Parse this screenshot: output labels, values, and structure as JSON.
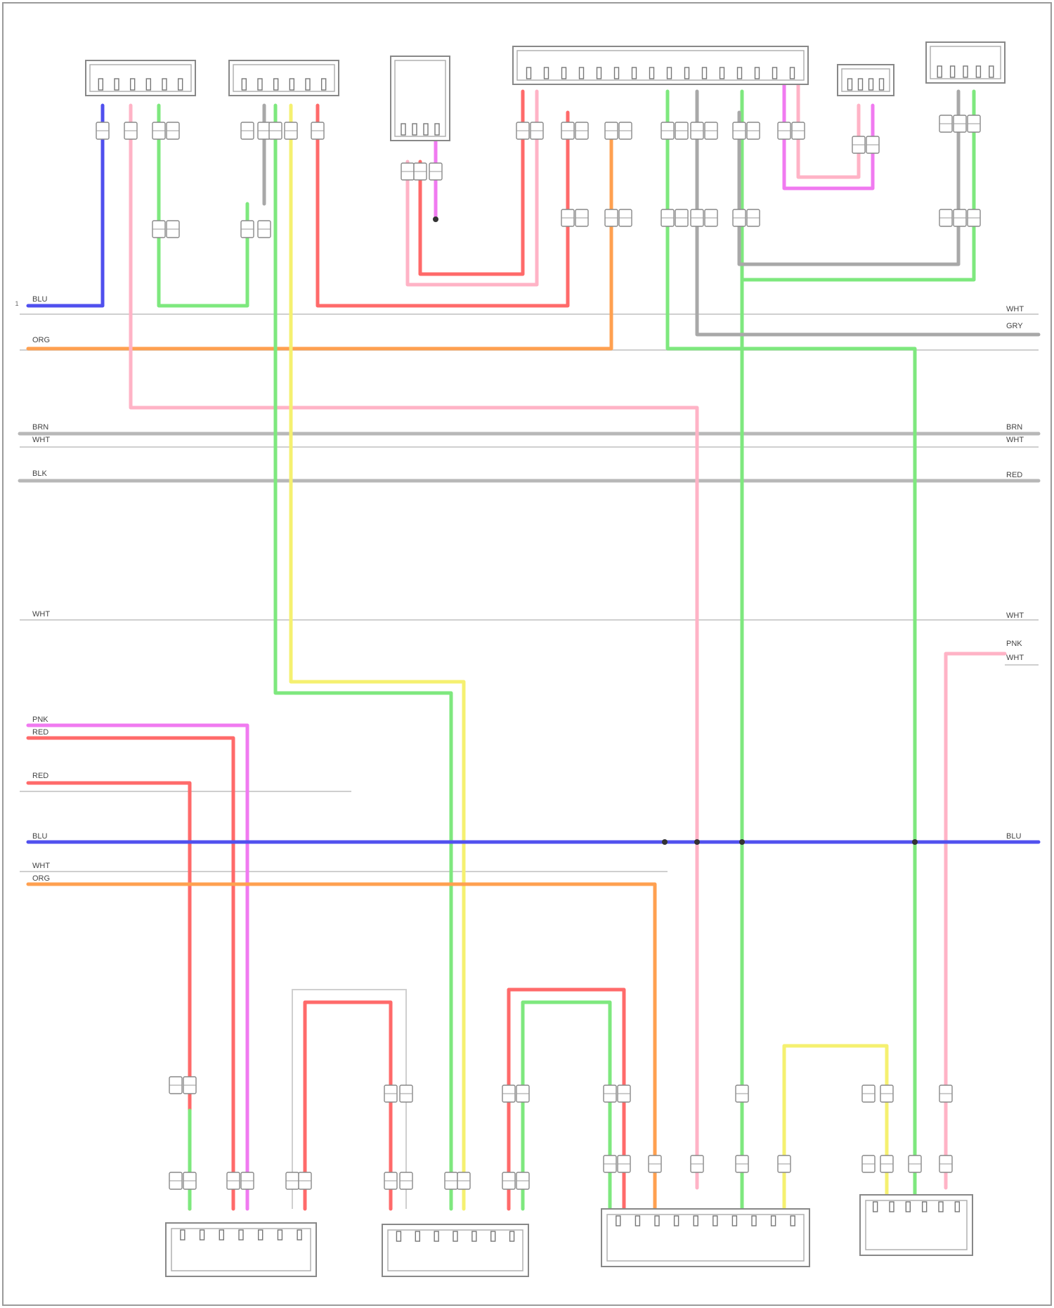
{
  "components": {
    "top": [
      {
        "key": "c1",
        "lines": [
          "",
          "",
          "",
          "",
          ""
        ]
      },
      {
        "key": "c2",
        "lines": [
          "",
          "",
          "",
          "",
          ""
        ]
      },
      {
        "key": "c3",
        "lines": [
          "",
          "",
          "",
          ""
        ]
      },
      {
        "key": "c4",
        "lines": [
          "",
          "",
          ""
        ]
      },
      {
        "key": "c5",
        "lines": [
          "",
          "",
          "",
          ""
        ]
      },
      {
        "key": "c6",
        "lines": [
          "",
          "",
          "",
          ""
        ]
      }
    ],
    "bottom": [
      {
        "key": "b1",
        "lines": [
          "",
          ""
        ]
      },
      {
        "key": "b2",
        "lines": [
          "",
          ""
        ]
      },
      {
        "key": "b3",
        "lines": [
          "",
          "",
          ""
        ]
      },
      {
        "key": "b4",
        "lines": [
          "",
          "",
          ""
        ]
      }
    ],
    "ground_note": {
      "lines": [
        "",
        ""
      ]
    },
    "relay_note": {
      "lines": [
        "",
        ""
      ]
    }
  },
  "left_tags": [
    {
      "text": "BLU",
      "num": "1",
      "color": "#4a4ae6"
    },
    {
      "text": "",
      "num": "",
      "color": "#cccccc"
    },
    {
      "text": "ORG",
      "num": "",
      "color": "#ff9a40"
    },
    {
      "text": "",
      "num": "",
      "color": "#cccccc"
    },
    {
      "text": "BRN",
      "num": "",
      "color": "#9a9a9a"
    },
    {
      "text": "WHT",
      "num": "",
      "color": "#cccccc"
    },
    {
      "text": "BLK",
      "num": "",
      "color": "#9a9a9a"
    },
    {
      "text": "WHT",
      "num": "",
      "color": "#cccccc"
    },
    {
      "text": "PNK",
      "num": "",
      "color": "#ff66ff"
    },
    {
      "text": "RED",
      "num": "",
      "color": "#ff5a5a"
    },
    {
      "text": "RED",
      "num": "",
      "color": "#ff5a5a"
    },
    {
      "text": "",
      "num": "",
      "color": "#cccccc"
    },
    {
      "text": "BLU",
      "num": "",
      "color": "#4a4ae6"
    },
    {
      "text": "WHT",
      "num": "",
      "color": "#cccccc"
    },
    {
      "text": "ORG",
      "num": "",
      "color": "#ff9a40"
    }
  ],
  "right_tags": [
    {
      "text": "WHT",
      "num": ""
    },
    {
      "text": "GRY",
      "num": ""
    },
    {
      "text": "BRN",
      "num": ""
    },
    {
      "text": "WHT",
      "num": ""
    },
    {
      "text": "RED",
      "num": ""
    },
    {
      "text": "WHT",
      "num": ""
    },
    {
      "text": "PNK",
      "num": ""
    },
    {
      "text": "WHT",
      "num": ""
    },
    {
      "text": "BLU",
      "num": ""
    }
  ],
  "wire_colors": {
    "blue": "#5050ee",
    "orange": "#ffa050",
    "gray": "#a8a8a8",
    "red": "#ff6a6a",
    "pink": "#ffb3c6",
    "magenta": "#f07af0",
    "green": "#7ee87e",
    "yellow": "#f5f070",
    "lightgray": "#d6d6d6"
  },
  "footer": {
    "credit": ""
  }
}
